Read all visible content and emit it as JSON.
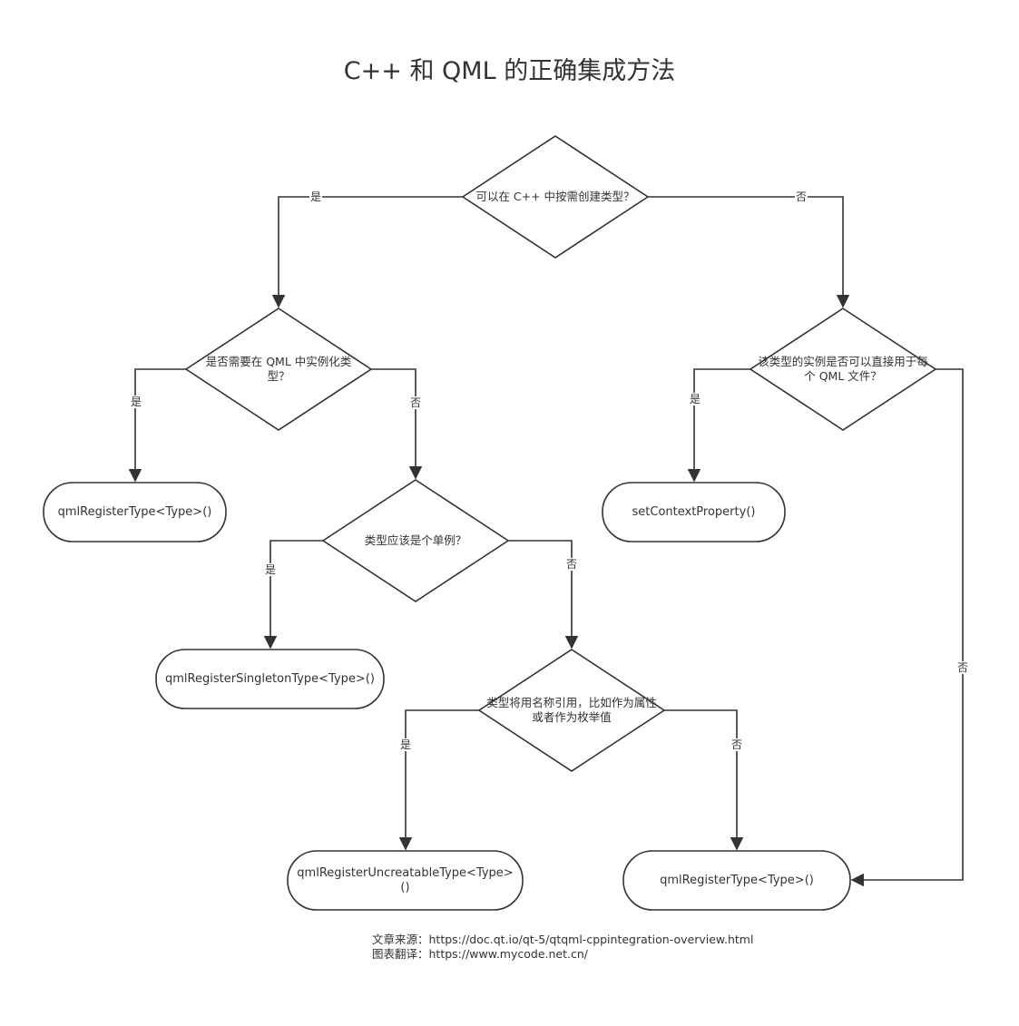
{
  "title": "C++ 和 QML 的正确集成方法",
  "nodes": {
    "q_create": "可以在 C++ 中按需创建类型？",
    "q_instantiate": "是否需要在 QML 中实例化类型？",
    "q_instance_direct": "该类型的实例是否可以直接用于每个 QML 文件？",
    "q_singleton": "类型应该是个单例？",
    "q_name_ref": "类型将用名称引用，比如作为属性或者作为枚举值",
    "t_register_type_left": "qmlRegisterType<Type>()",
    "t_context_property": "setContextProperty()",
    "t_singleton": "qmlRegisterSingletonType<Type>()",
    "t_uncreatable": "qmlRegisterUncreatableType<Type>()",
    "t_register_type_right": "qmlRegisterType<Type>()"
  },
  "edge_labels": {
    "yes": "是",
    "no": "否"
  },
  "footer": {
    "source": "文章来源：https://doc.qt.io/qt-5/qtqml-cppintegration-overview.html",
    "translation": "图表翻译：https://www.mycode.net.cn/"
  }
}
